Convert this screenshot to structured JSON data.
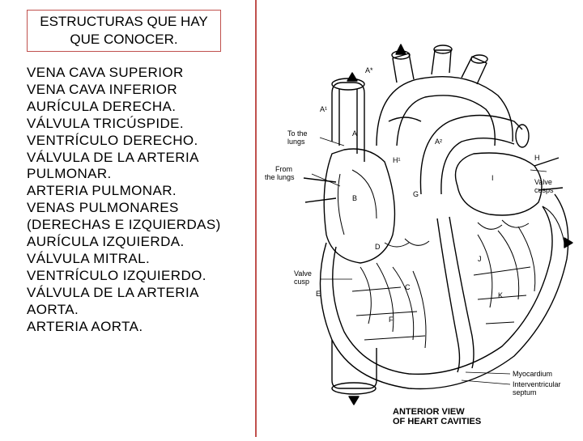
{
  "title": {
    "line1": "ESTRUCTURAS QUE HAY",
    "line2": "QUE CONOCER."
  },
  "structures": [
    "VENA CAVA SUPERIOR",
    "VENA CAVA INFERIOR",
    "AURÍCULA DERECHA.",
    "VÁLVULA TRICÚSPIDE.",
    "VENTRÍCULO DERECHO.",
    "VÁLVULA DE LA ARTERIA",
    "PULMONAR.",
    "ARTERIA PULMONAR.",
    "VENAS PULMONARES",
    "(DERECHAS E IZQUIERDAS)",
    "AURÍCULA IZQUIERDA.",
    "VÁLVULA MITRAL.",
    "VENTRÍCULO IZQUIERDO.",
    "VÁLVULA DE LA ARTERIA",
    "AORTA.",
    "ARTERIA AORTA."
  ],
  "diagram": {
    "labels": {
      "to_lungs_1": "To the",
      "to_lungs_2": "lungs",
      "from_lungs_1": "From",
      "from_lungs_2": "the lungs",
      "valve_cusps_1": "Valve",
      "valve_cusps_2": "cusps",
      "valve_cusp_1": "Valve",
      "valve_cusp_2": "cusp",
      "myocardium": "Myocardium",
      "septum_1": "Interventricular",
      "septum_2": "septum"
    },
    "letters": {
      "a": "A",
      "a1": "A¹",
      "a2": "A²",
      "a_plus": "A*",
      "b": "B",
      "c": "C",
      "d": "D",
      "e": "E",
      "f": "F",
      "g": "G",
      "h": "H",
      "h1": "H¹",
      "i": "I",
      "j": "J",
      "k": "K"
    },
    "caption_line1": "ANTERIOR VIEW",
    "caption_line2": "OF HEART CAVITIES"
  }
}
